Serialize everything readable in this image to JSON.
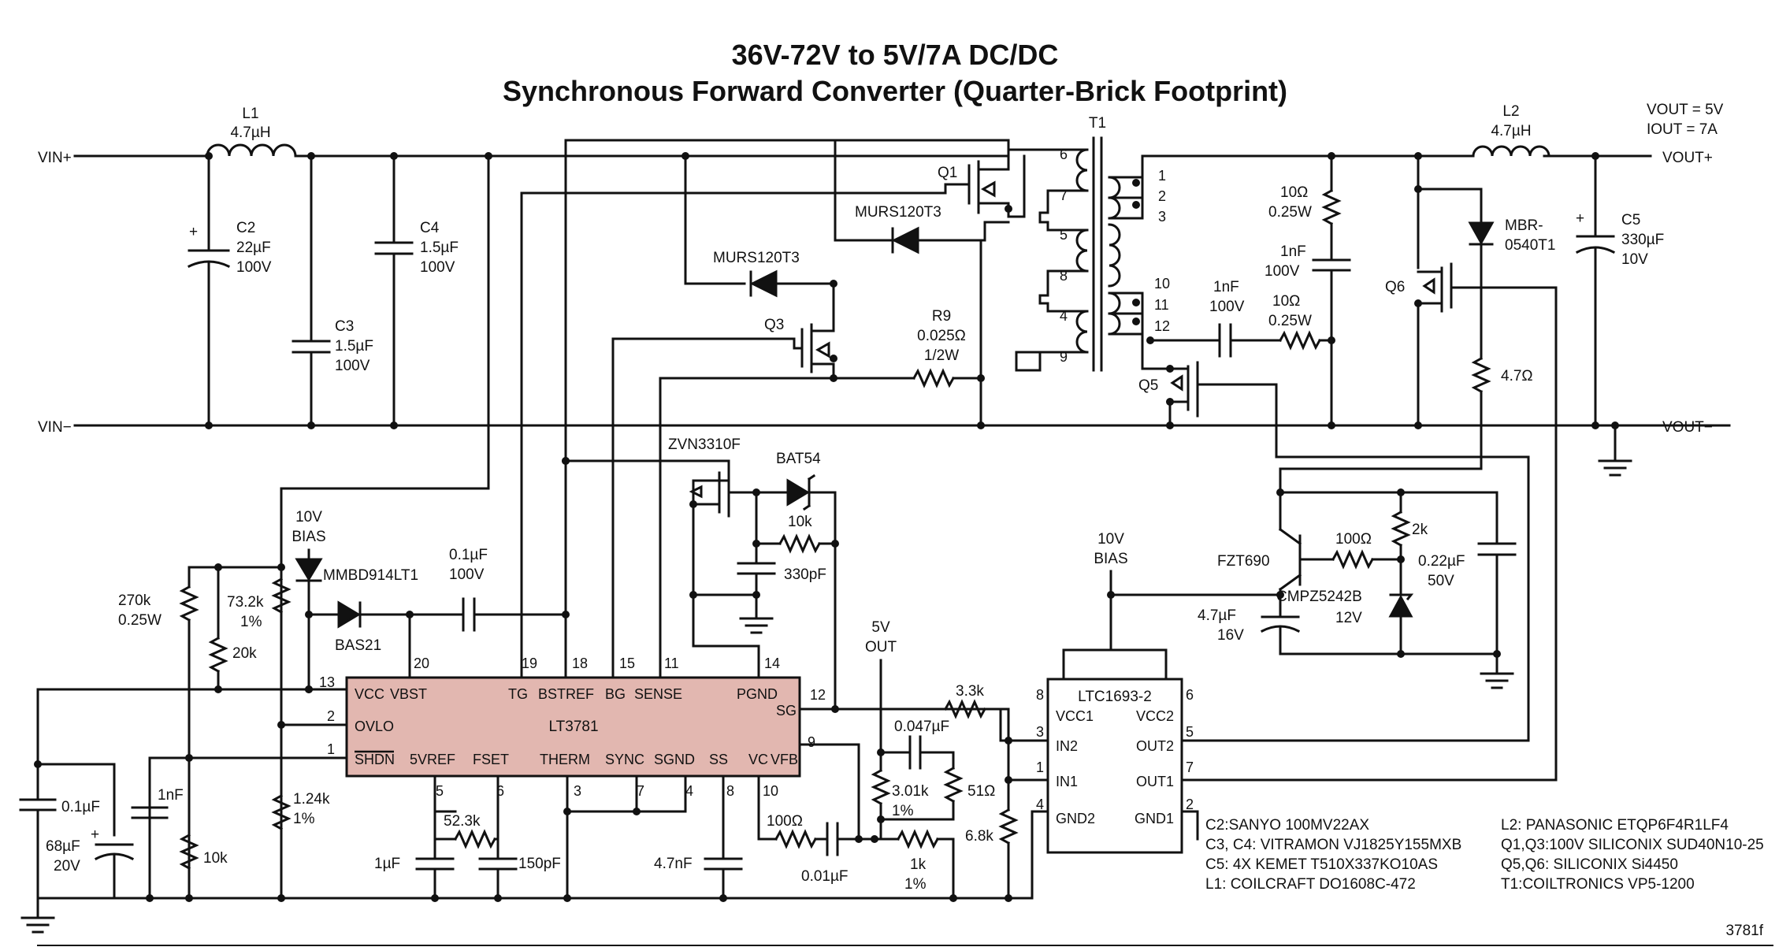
{
  "title_line1": "36V-72V to 5V/7A DC/DC",
  "title_line2": "Synchronous Forward Converter (Quarter-Brick Footprint)",
  "footer_code": "3781f",
  "io": {
    "vin_plus": "VIN+",
    "vin_minus": "VIN−",
    "vout_plus": "VOUT+",
    "vout_minus": "VOUT−",
    "spec1": "VOUT = 5V",
    "spec2": "IOUT = 7A"
  },
  "components": {
    "L1": {
      "ref": "L1",
      "value": "4.7µH"
    },
    "L2": {
      "ref": "L2",
      "value": "4.7µH"
    },
    "C2": {
      "ref": "C2",
      "v1": "22µF",
      "v2": "100V"
    },
    "C3": {
      "ref": "C3",
      "v1": "1.5µF",
      "v2": "100V"
    },
    "C4": {
      "ref": "C4",
      "v1": "1.5µF",
      "v2": "100V"
    },
    "C5": {
      "ref": "C5",
      "v1": "330µF",
      "v2": "10V"
    },
    "T1": "T1",
    "Q1": "Q1",
    "Q3": "Q3",
    "Q5": "Q5",
    "Q6": "Q6",
    "D_murs_top": "MURS120T3",
    "D_murs_mid": "MURS120T3",
    "R9": {
      "ref": "R9",
      "v1": "0.025Ω",
      "v2": "1/2W"
    },
    "snub_r": {
      "v1": "10Ω",
      "v2": "0.25W"
    },
    "snub_c": {
      "v1": "1nF",
      "v2": "100V"
    },
    "gate_c": {
      "v1": "1nF",
      "v2": "100V"
    },
    "gate_r": {
      "v1": "10Ω",
      "v2": "0.25W"
    },
    "mbr": {
      "v1": "MBR-",
      "v2": "0540T1"
    },
    "r47": "4.7Ω",
    "zvn": "ZVN3310F",
    "bat54": "BAT54",
    "r10k_top": "10k",
    "c330p": "330pF",
    "fzt": "FZT690",
    "r100": "100Ω",
    "r2k": "2k",
    "c022": {
      "v1": "0.22µF",
      "v2": "50V"
    },
    "cmpz": "CMPZ5242B",
    "zener_v": "12V",
    "c47u": {
      "v1": "4.7µF",
      "v2": "16V"
    },
    "bias_right": {
      "v1": "10V",
      "v2": "BIAS"
    },
    "bias_left": {
      "v1": "10V",
      "v2": "BIAS"
    },
    "mmbd": "MMBD914LT1",
    "bas21": "BAS21",
    "c01u_boot": {
      "v1": "0.1µF",
      "v2": "100V"
    },
    "r270k": {
      "v1": "270k",
      "v2": "0.25W"
    },
    "r732k": {
      "v1": "73.2k",
      "v2": "1%"
    },
    "r20k": "20k",
    "r124k": {
      "v1": "1.24k",
      "v2": "1%"
    },
    "r10k_bot": "10k",
    "c1n_left": "1nF",
    "c01u_left": "0.1µF",
    "c68u": {
      "v1": "68µF",
      "v2": "20V"
    },
    "r523k": "52.3k",
    "c1u": "1µF",
    "c150p": "150pF",
    "c47n": "4.7nF",
    "r100_comp": "100Ω",
    "c001u": "0.01µF",
    "r1k": {
      "v1": "1k",
      "v2": "1%"
    },
    "out5v": {
      "v1": "5V",
      "v2": "OUT"
    },
    "c0047u": "0.047µF",
    "r301k": {
      "v1": "3.01k",
      "v2": "1%"
    },
    "r51": "51Ω",
    "r33k": "3.3k",
    "r68k": "6.8k"
  },
  "lt3781": {
    "name": "LT3781",
    "pins_top": [
      "13",
      "20",
      "19",
      "18",
      "15",
      "11",
      "14"
    ],
    "pins_left": [
      "2",
      "1"
    ],
    "pins_right": [
      "12",
      "9"
    ],
    "pins_bottom": [
      "5",
      "6",
      "3",
      "7",
      "4",
      "8",
      "10"
    ],
    "labels": {
      "vcc": "VCC",
      "vbst": "VBST",
      "tg": "TG",
      "bstref": "BSTREF",
      "bg": "BG",
      "sense": "SENSE",
      "pgnd": "PGND",
      "sg": "SG",
      "ovlo": "OVLO",
      "shdn": "SHDN",
      "5vref": "5VREF",
      "fset": "FSET",
      "therm": "THERM",
      "sync": "SYNC",
      "sgnd": "SGND",
      "ss": "SS",
      "vc": "VC",
      "vfb": "VFB"
    }
  },
  "ltc1693": {
    "name": "LTC1693-2",
    "labels": {
      "vcc1": "VCC1",
      "vcc2": "VCC2",
      "in2": "IN2",
      "in1": "IN1",
      "out2": "OUT2",
      "out1": "OUT1",
      "gnd2": "GND2",
      "gnd1": "GND1"
    },
    "pins": {
      "p8": "8",
      "p6": "6",
      "p3": "3",
      "p1": "1",
      "p4": "4",
      "p5": "5",
      "p7": "7",
      "p2": "2"
    }
  },
  "transformer_pins": {
    "p6": "6",
    "p7": "7",
    "p5": "5",
    "p8": "8",
    "p4": "4",
    "p9": "9",
    "p1": "1",
    "p2": "2",
    "p3": "3",
    "p10": "10",
    "p11": "11",
    "p12": "12"
  },
  "notes_left": [
    "C2:SANYO 100MV22AX",
    "C3, C4: VITRAMON VJ1825Y155MXB",
    "C5: 4X KEMET T510X337KO10AS",
    "L1: COILCRAFT DO1608C-472"
  ],
  "notes_right": [
    "L2: PANASONIC ETQP6F4R1LF4",
    "Q1,Q3:100V SILICONIX SUD40N10-25",
    "Q5,Q6: SILICONIX Si4450",
    "T1:COILTRONICS VP5-1200"
  ]
}
